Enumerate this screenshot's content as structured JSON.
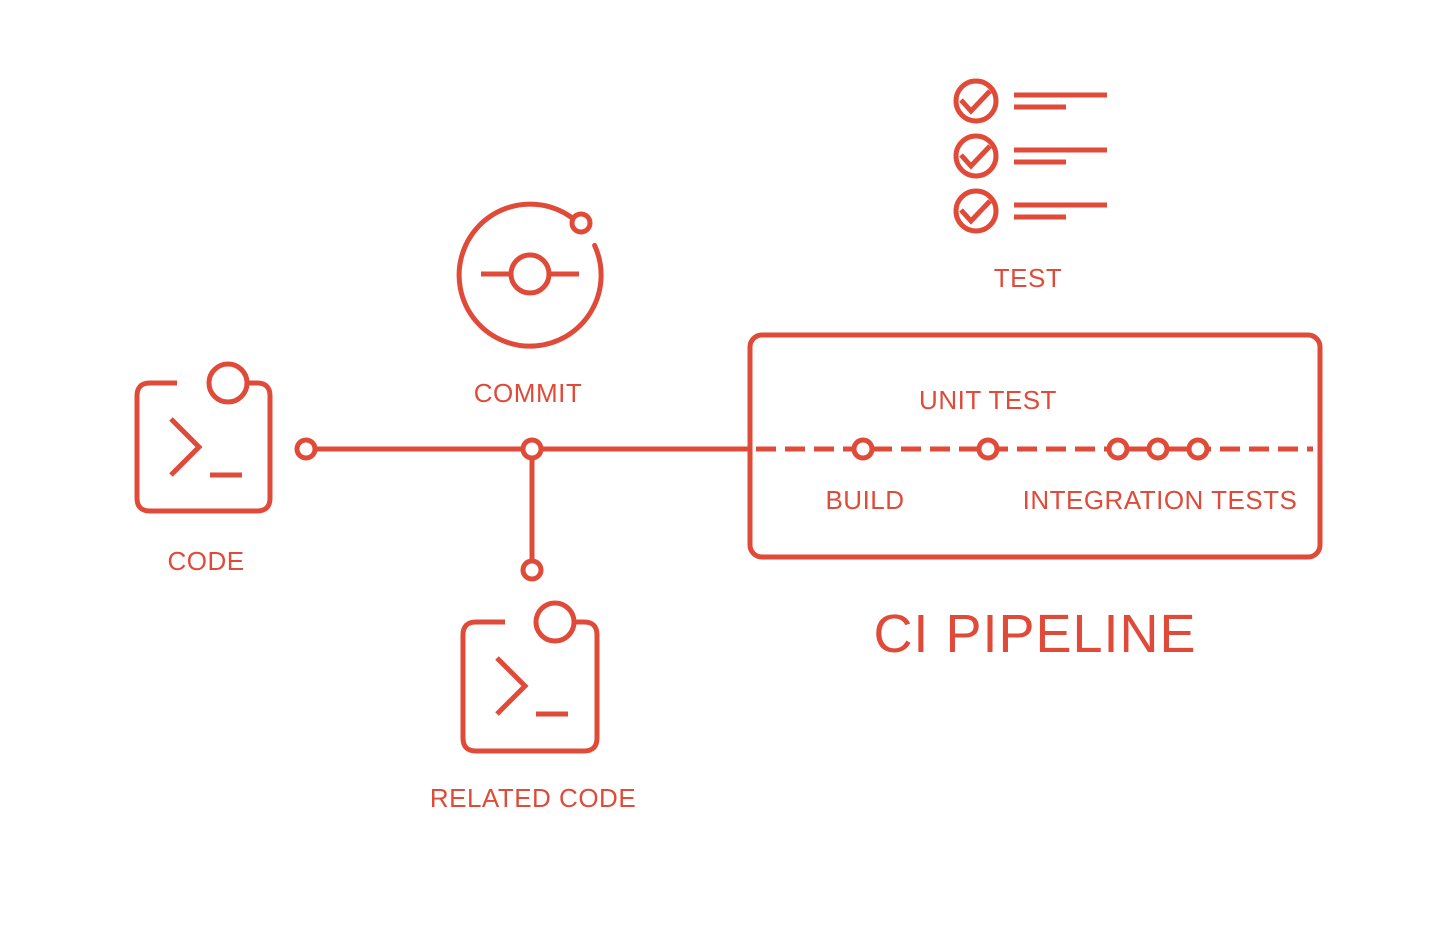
{
  "colors": {
    "accent": "#E04A38",
    "background": "#FFFFFF"
  },
  "diagram": {
    "title": "CI PIPELINE",
    "sources": {
      "code": {
        "label": "CODE"
      },
      "commit": {
        "label": "COMMIT"
      },
      "related_code": {
        "label": "RELATED CODE"
      },
      "test": {
        "label": "TEST"
      }
    },
    "pipeline": {
      "stages": {
        "build": {
          "label": "BUILD"
        },
        "unit_test": {
          "label": "UNIT TEST"
        },
        "integration_tests": {
          "label": "INTEGRATION TESTS"
        }
      }
    }
  }
}
